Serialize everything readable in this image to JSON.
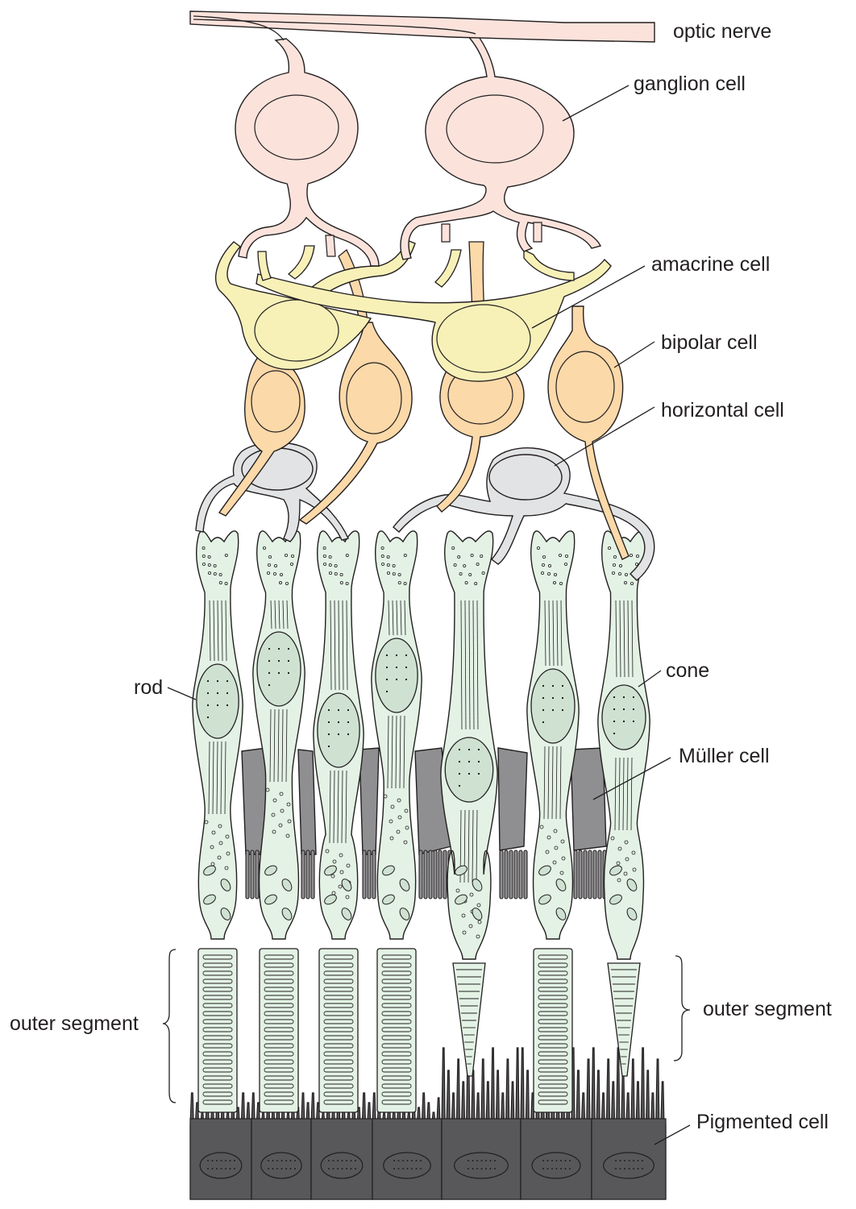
{
  "labels": {
    "optic_nerve": "optic nerve",
    "ganglion_cell": "ganglion cell",
    "amacrine_cell": "amacrine cell",
    "bipolar_cell": "bipolar cell",
    "horizontal_cell": "horizontal cell",
    "rod": "rod",
    "cone": "cone",
    "muller_cell": "Müller cell",
    "outer_segment_left": "outer segment",
    "outer_segment_right": "outer segment",
    "pigmented_cell": "Pigmented cell"
  },
  "colors": {
    "ganglion": "#fbe3dc",
    "amacrine": "#f7f1b8",
    "bipolar": "#fbd9a9",
    "horizontal": "#e2e3e5",
    "photoreceptor": "#e3f2e5",
    "photoreceptor_nucleus": "#cfe2d2",
    "muller": "#8f8f92",
    "pigmented": "#58585a",
    "outline": "#231f20"
  }
}
